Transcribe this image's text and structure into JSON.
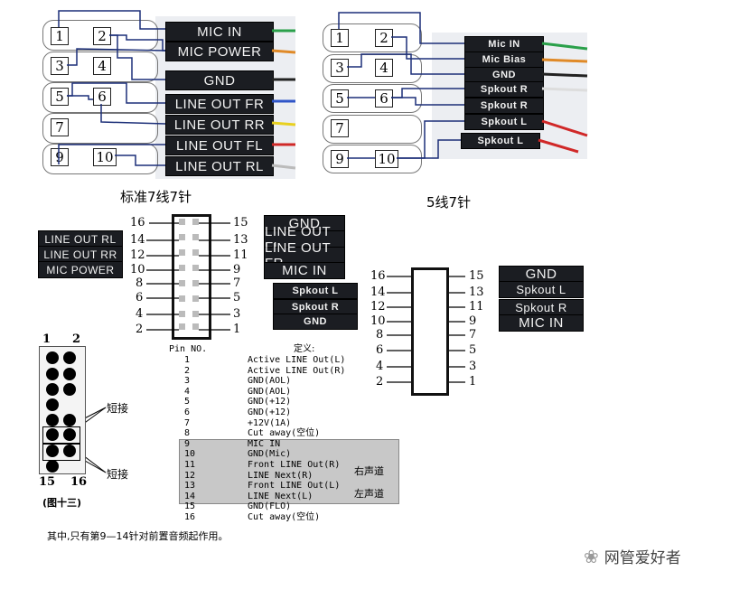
{
  "left_connector": {
    "pins": [
      "1",
      "2",
      "3",
      "4",
      "5",
      "6",
      "7",
      "9",
      "10"
    ],
    "labels": [
      "MIC IN",
      "MIC POWER",
      "GND",
      "LINE OUT FR",
      "LINE OUT RR",
      "LINE OUT FL",
      "LINE OUT RL"
    ],
    "caption": "标准7线7针"
  },
  "right_connector": {
    "pins": [
      "1",
      "2",
      "3",
      "4",
      "5",
      "6",
      "7",
      "9",
      "10"
    ],
    "labels": [
      "Mic IN",
      "Mic Bias",
      "GND",
      "Spkout R",
      "Spkout R",
      "Spkout L",
      "Spkout L"
    ],
    "caption": "5线7针"
  },
  "side_labels_left": [
    "LINE OUT RL",
    "LINE OUT RR",
    "MIC POWER"
  ],
  "middle_labels": [
    "GND",
    "LINE OUT FL",
    "LINE OUT FR",
    "MIC IN",
    "Spkout L",
    "Spkout R",
    "GND"
  ],
  "right_side_labels": [
    "GND",
    "Spkout L",
    "Spkout R",
    "MIC IN"
  ],
  "header_left_pins": [
    "16",
    "14",
    "12",
    "10",
    "8",
    "6",
    "4",
    "2"
  ],
  "header_right_pins": [
    "15",
    "13",
    "11",
    "9",
    "7",
    "5",
    "3",
    "1"
  ],
  "jumper": {
    "top_labels": [
      "1",
      "2"
    ],
    "bottom_labels": [
      "15",
      "16"
    ],
    "short_label": "短接",
    "figure_caption": "(图十三)"
  },
  "pin_table": {
    "col_pin": "Pin NO.",
    "col_def": "定义:",
    "rows": [
      {
        "pin": "1",
        "def": "Active LINE Out(L)"
      },
      {
        "pin": "2",
        "def": "Active LINE Out(R)"
      },
      {
        "pin": "3",
        "def": "GND(AOL)"
      },
      {
        "pin": "4",
        "def": "GND(AOL)"
      },
      {
        "pin": "5",
        "def": "GND(+12)"
      },
      {
        "pin": "6",
        "def": "GND(+12)"
      },
      {
        "pin": "7",
        "def": "+12V(1A)"
      },
      {
        "pin": "8",
        "def": "Cut away(空位)"
      },
      {
        "pin": "9",
        "def": "MIC IN"
      },
      {
        "pin": "10",
        "def": "GND(Mic)"
      },
      {
        "pin": "11",
        "def": "Front LINE Out(R)"
      },
      {
        "pin": "12",
        "def": "LINE Next(R)"
      },
      {
        "pin": "13",
        "def": "Front LINE Out(L)"
      },
      {
        "pin": "14",
        "def": "LINE Next(L)"
      },
      {
        "pin": "15",
        "def": "GND(FLO)"
      },
      {
        "pin": "16",
        "def": "Cut away(空位)"
      }
    ],
    "right_channel": "右声道",
    "left_channel": "左声道"
  },
  "footnote": "其中,只有第9—14针对前置音频起作用。",
  "watermark": "网管爱好者",
  "colors": {
    "label_bg": "#1b1d22",
    "wire_blue": "#1c2f78",
    "highlight": "#c8c8c8"
  }
}
